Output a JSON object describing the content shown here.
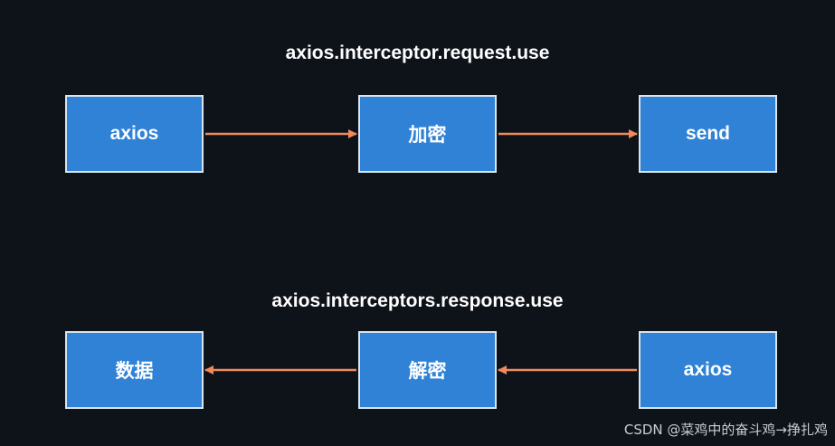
{
  "titles": {
    "request": "axios.interceptor.request.use",
    "response": "axios.interceptors.response.use"
  },
  "request_flow": {
    "nodes": [
      "axios",
      "加密",
      "send"
    ]
  },
  "response_flow": {
    "nodes": [
      "数据",
      "解密",
      "axios"
    ]
  },
  "colors": {
    "background": "#0e1219",
    "box_fill": "#2f82d6",
    "box_border": "#d9e4ee",
    "arrow": "#f08a5d"
  },
  "watermark": "CSDN @菜鸡中的奋斗鸡→挣扎鸡"
}
